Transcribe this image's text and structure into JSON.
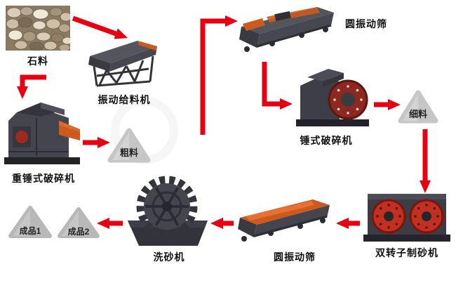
{
  "nodes": {
    "stone": {
      "label": "石料"
    },
    "feeder": {
      "label": "振动给料机"
    },
    "heavy_crusher": {
      "label": "重锤式破碎机"
    },
    "coarse": {
      "label": "粗料"
    },
    "screen_top": {
      "label": "圆振动筛"
    },
    "hammer_crusher": {
      "label": "锤式破碎机"
    },
    "fine": {
      "label": "细料"
    },
    "sand_maker": {
      "label": "双转子制砂机"
    },
    "screen_bottom": {
      "label": "圆振动筛"
    },
    "washer": {
      "label": "洗砂机"
    },
    "product1": {
      "label": "成品1"
    },
    "product2": {
      "label": "成品2"
    }
  },
  "colors": {
    "arrow": "#e60012",
    "machine_orange": "#cc5a1e",
    "wheel_red": "#c23020",
    "cone_gray": "#c6c6c6"
  }
}
